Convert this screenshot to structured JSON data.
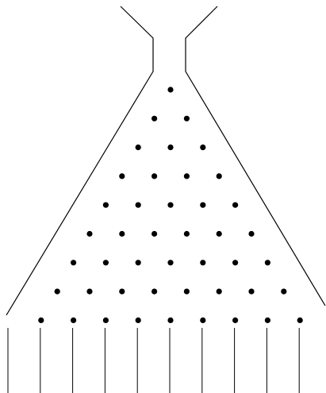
{
  "diagram": {
    "type": "galton-board",
    "colors": {
      "background": "#ffffff",
      "ink": "#000000"
    },
    "peg_rows": [
      1,
      2,
      3,
      4,
      5,
      6,
      7,
      8,
      9
    ],
    "bin_dividers": 10
  }
}
